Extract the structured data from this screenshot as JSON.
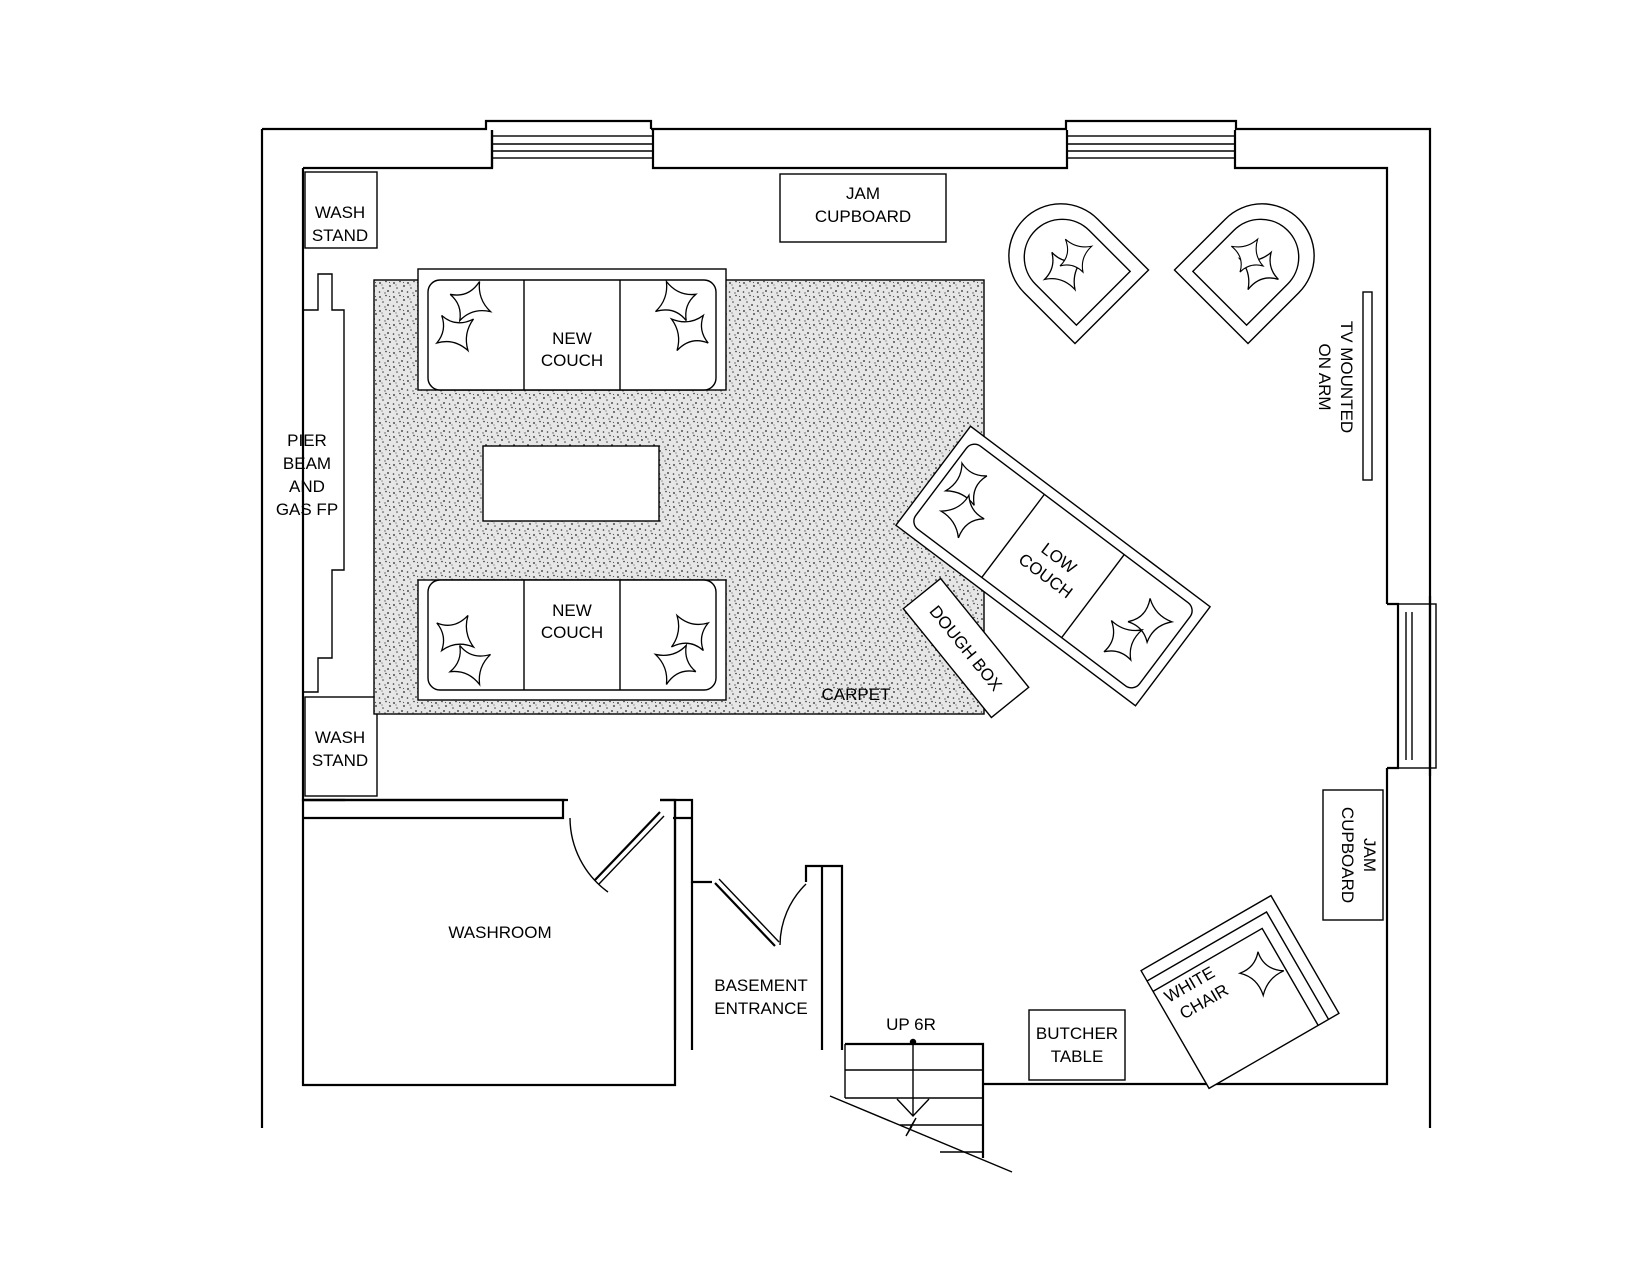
{
  "labels": {
    "wash_stand_top_1": "WASH",
    "wash_stand_top_2": "STAND",
    "wash_stand_bottom_1": "WASH",
    "wash_stand_bottom_2": "STAND",
    "jam_cupboard_top_1": "JAM",
    "jam_cupboard_top_2": "CUPBOARD",
    "new_couch_top_1": "NEW",
    "new_couch_top_2": "COUCH",
    "new_couch_bottom_1": "NEW",
    "new_couch_bottom_2": "COUCH",
    "pier_1": "PIER",
    "pier_2": "BEAM",
    "pier_3": "AND",
    "pier_4": "GAS FP",
    "tv_1": "TV MOUNTED",
    "tv_2": "ON ARM",
    "low_couch_1": "LOW",
    "low_couch_2": "COUCH",
    "dough_box": "DOUGH BOX",
    "carpet": "CARPET",
    "washroom": "WASHROOM",
    "basement_1": "BASEMENT",
    "basement_2": "ENTRANCE",
    "up_stairs": "UP 6R",
    "butcher_1": "BUTCHER",
    "butcher_2": "TABLE",
    "jam_cupboard_right_1": "JAM",
    "jam_cupboard_right_2": "CUPBOARD",
    "white_chair_1": "WHITE",
    "white_chair_2": "CHAIR"
  }
}
